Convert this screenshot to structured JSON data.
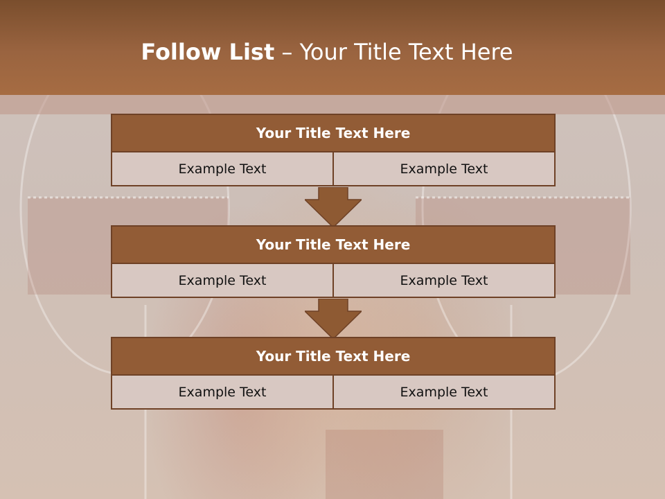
{
  "slide": {
    "title_bold": "Follow List",
    "title_rest": " – Your Title Text Here"
  },
  "steps": [
    {
      "title": "Your Title Text Here",
      "left": "Example Text",
      "right": "Example Text"
    },
    {
      "title": "Your Title Text Here",
      "left": "Example Text",
      "right": "Example Text"
    },
    {
      "title": "Your Title Text Here",
      "left": "Example Text",
      "right": "Example Text"
    }
  ],
  "colors": {
    "header_bar": "#9a6440",
    "block_header": "#925c36",
    "block_border": "#6e4126",
    "cell_fill": "#d8c8c2",
    "arrow": "#8e5a33"
  }
}
